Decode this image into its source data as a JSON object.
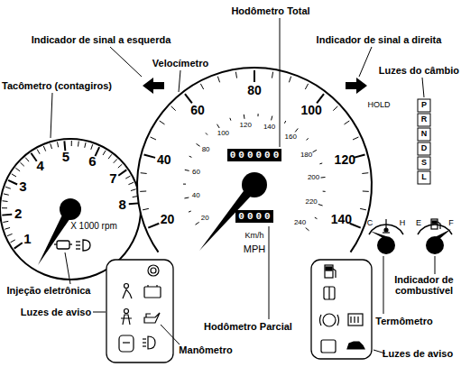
{
  "diagram": {
    "labels": [
      "Hodômetro Total",
      "Indicador de sinal a esquerda",
      "Indicador de sinal a direita",
      "Velocímetro",
      "Tacômetro (contagiros)",
      "Luzes do câmbio",
      "HOLD",
      "P",
      "R",
      "N",
      "D",
      "S",
      "L",
      "1",
      "2",
      "3",
      "4",
      "5",
      "6",
      "7",
      "8",
      "X 1000 rpm",
      "20",
      "40",
      "60",
      "80",
      "100",
      "120",
      "140",
      "20",
      "40",
      "60",
      "80",
      "100",
      "120",
      "140",
      "160",
      "180",
      "200",
      "220",
      "240",
      "000000",
      "0000",
      "Km/h",
      "MPH",
      "C",
      "H",
      "E",
      "F",
      "Injeção eletrônica",
      "Luzes de aviso",
      "Hodômetro Parcial",
      "Manômetro",
      "Indicador de combustível",
      "Termômetro",
      "Luzes de aviso"
    ]
  }
}
